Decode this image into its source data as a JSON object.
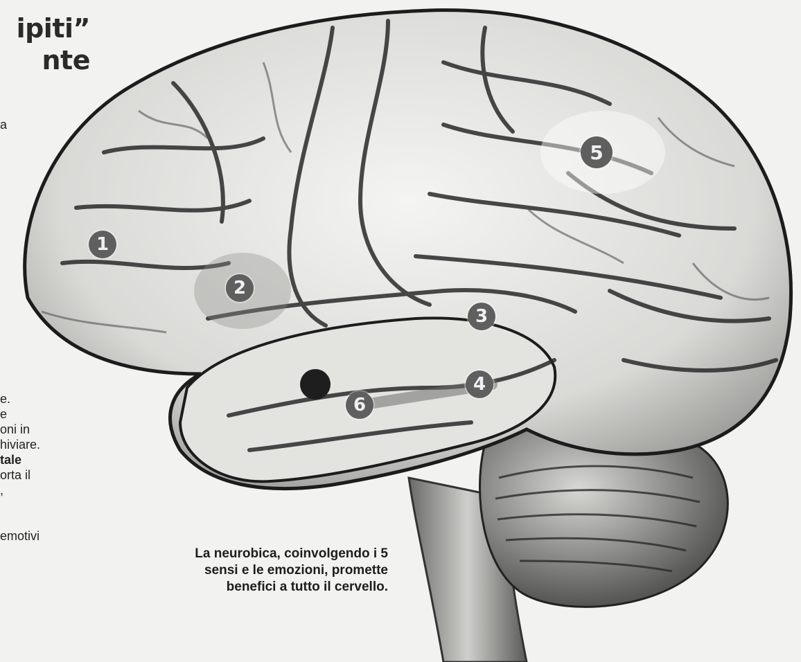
{
  "headline": {
    "line1": "ipiti”",
    "line2": "nte"
  },
  "left_column": {
    "top_fragment": "a",
    "lines": [
      {
        "text": "e.",
        "bold": false
      },
      {
        "text": "e",
        "bold": false
      },
      {
        "text": "oni in",
        "bold": false
      },
      {
        "text": "hiviare.",
        "bold": false
      },
      {
        "text": "tale",
        "bold": true
      },
      {
        "text": "orta il",
        "bold": false
      },
      {
        "text": ",",
        "bold": false
      },
      {
        "text": "",
        "bold": false
      },
      {
        "text": "",
        "bold": false
      },
      {
        "text": "emotivi",
        "bold": false
      }
    ]
  },
  "markers": [
    "1",
    "2",
    "3",
    "4",
    "5",
    "6"
  ],
  "caption": {
    "line1": "La neurobica, coinvolgendo i 5",
    "line2": "sensi e le emozioni, promette",
    "line3": "benefici a tutto il cervello."
  },
  "colors": {
    "paper": "#f2f2f0",
    "ink": "#1a1a1a",
    "marker": "#5f5f5f"
  }
}
